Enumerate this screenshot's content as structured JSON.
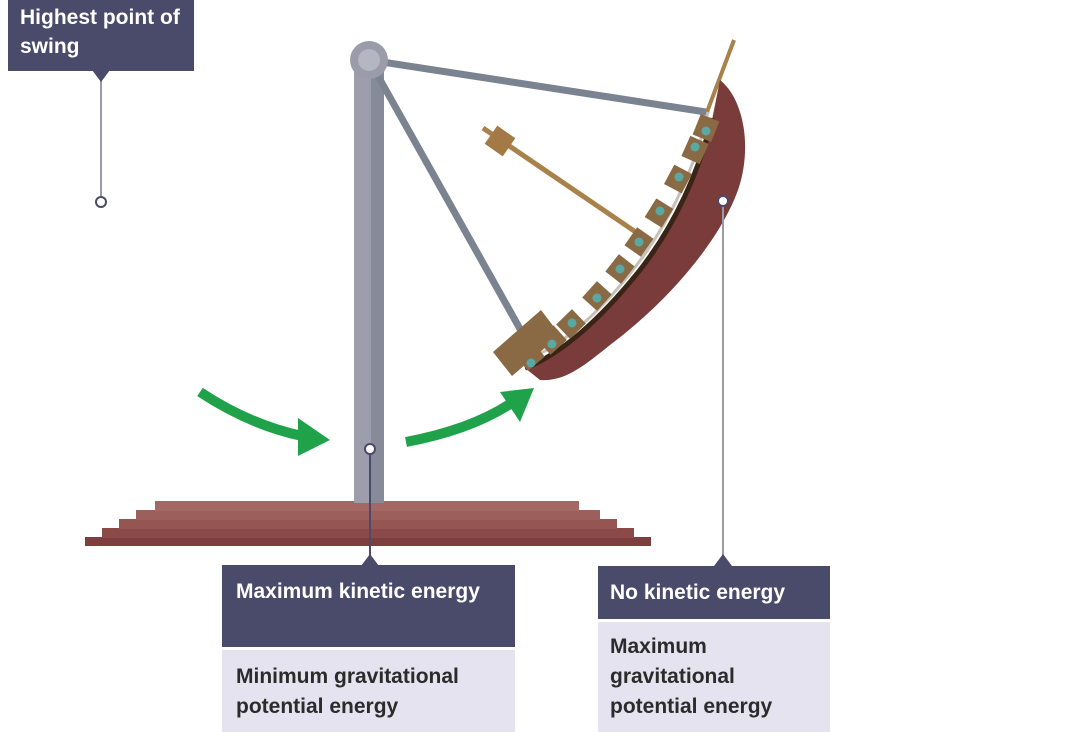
{
  "labels": {
    "highest_point": "Highest point of swing",
    "max_kinetic": "Maximum kinetic energy",
    "min_gpe": "Minimum gravitational potential energy",
    "no_kinetic": "No kinetic energy",
    "max_gpe": "Maximum gravitational potential energy"
  },
  "colors": {
    "label_dark": "#4a4a6a",
    "label_light": "#e4e3ef",
    "pillar": "#9c9eab",
    "arm": "#7b8391",
    "hull": "#7a3c3a",
    "deck": "#8a6a44",
    "base": "#8b4a48",
    "arrow": "#1fa24a"
  }
}
